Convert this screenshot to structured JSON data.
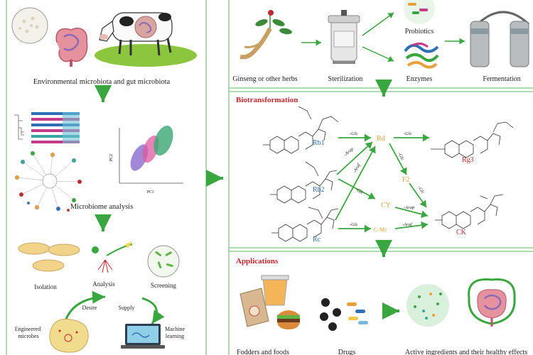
{
  "left": {
    "env_caption": "Environmental microbiota and gut microbiota",
    "pca": {
      "ylabel": "PC2",
      "xlabel": "PC1"
    },
    "microbiome_caption": "Microbiome analysis",
    "steps": [
      "Isolation",
      "Analysis",
      "Screening"
    ],
    "cycle": {
      "desire": "Desire",
      "supply": "Supply"
    },
    "engineered": "Engineered microbes",
    "ml": "Machine learning"
  },
  "process": {
    "ginseng": "Ginseng or other herbs",
    "sterilization": "Sterilization",
    "probiotics": "Probiotics",
    "enzymes": "Enzymes",
    "fermentation": "Fermentation"
  },
  "bio": {
    "title": "Biotransformation",
    "compounds": {
      "rb1": "Rb1",
      "rb2": "Rb2",
      "rc": "Rc",
      "rd": "Rd",
      "rg3": "Rg3",
      "f2": "F2",
      "cy": "CY",
      "cmc": "C-Mc",
      "ck": "CK"
    },
    "sugars": {
      "glc": "-Glc",
      "arap": "-Arap",
      "araf": "-Araf"
    }
  },
  "apps": {
    "title": "Applications",
    "fodder": "Fodders and foods",
    "drugs": "Drugs",
    "active": "Active ingredients and their healthy effects"
  },
  "colors": {
    "green": "#3aa63f",
    "red": "#c0282d",
    "blue": "#2f6fb5",
    "orange": "#e8a13a",
    "frame": "#7dc57f"
  }
}
